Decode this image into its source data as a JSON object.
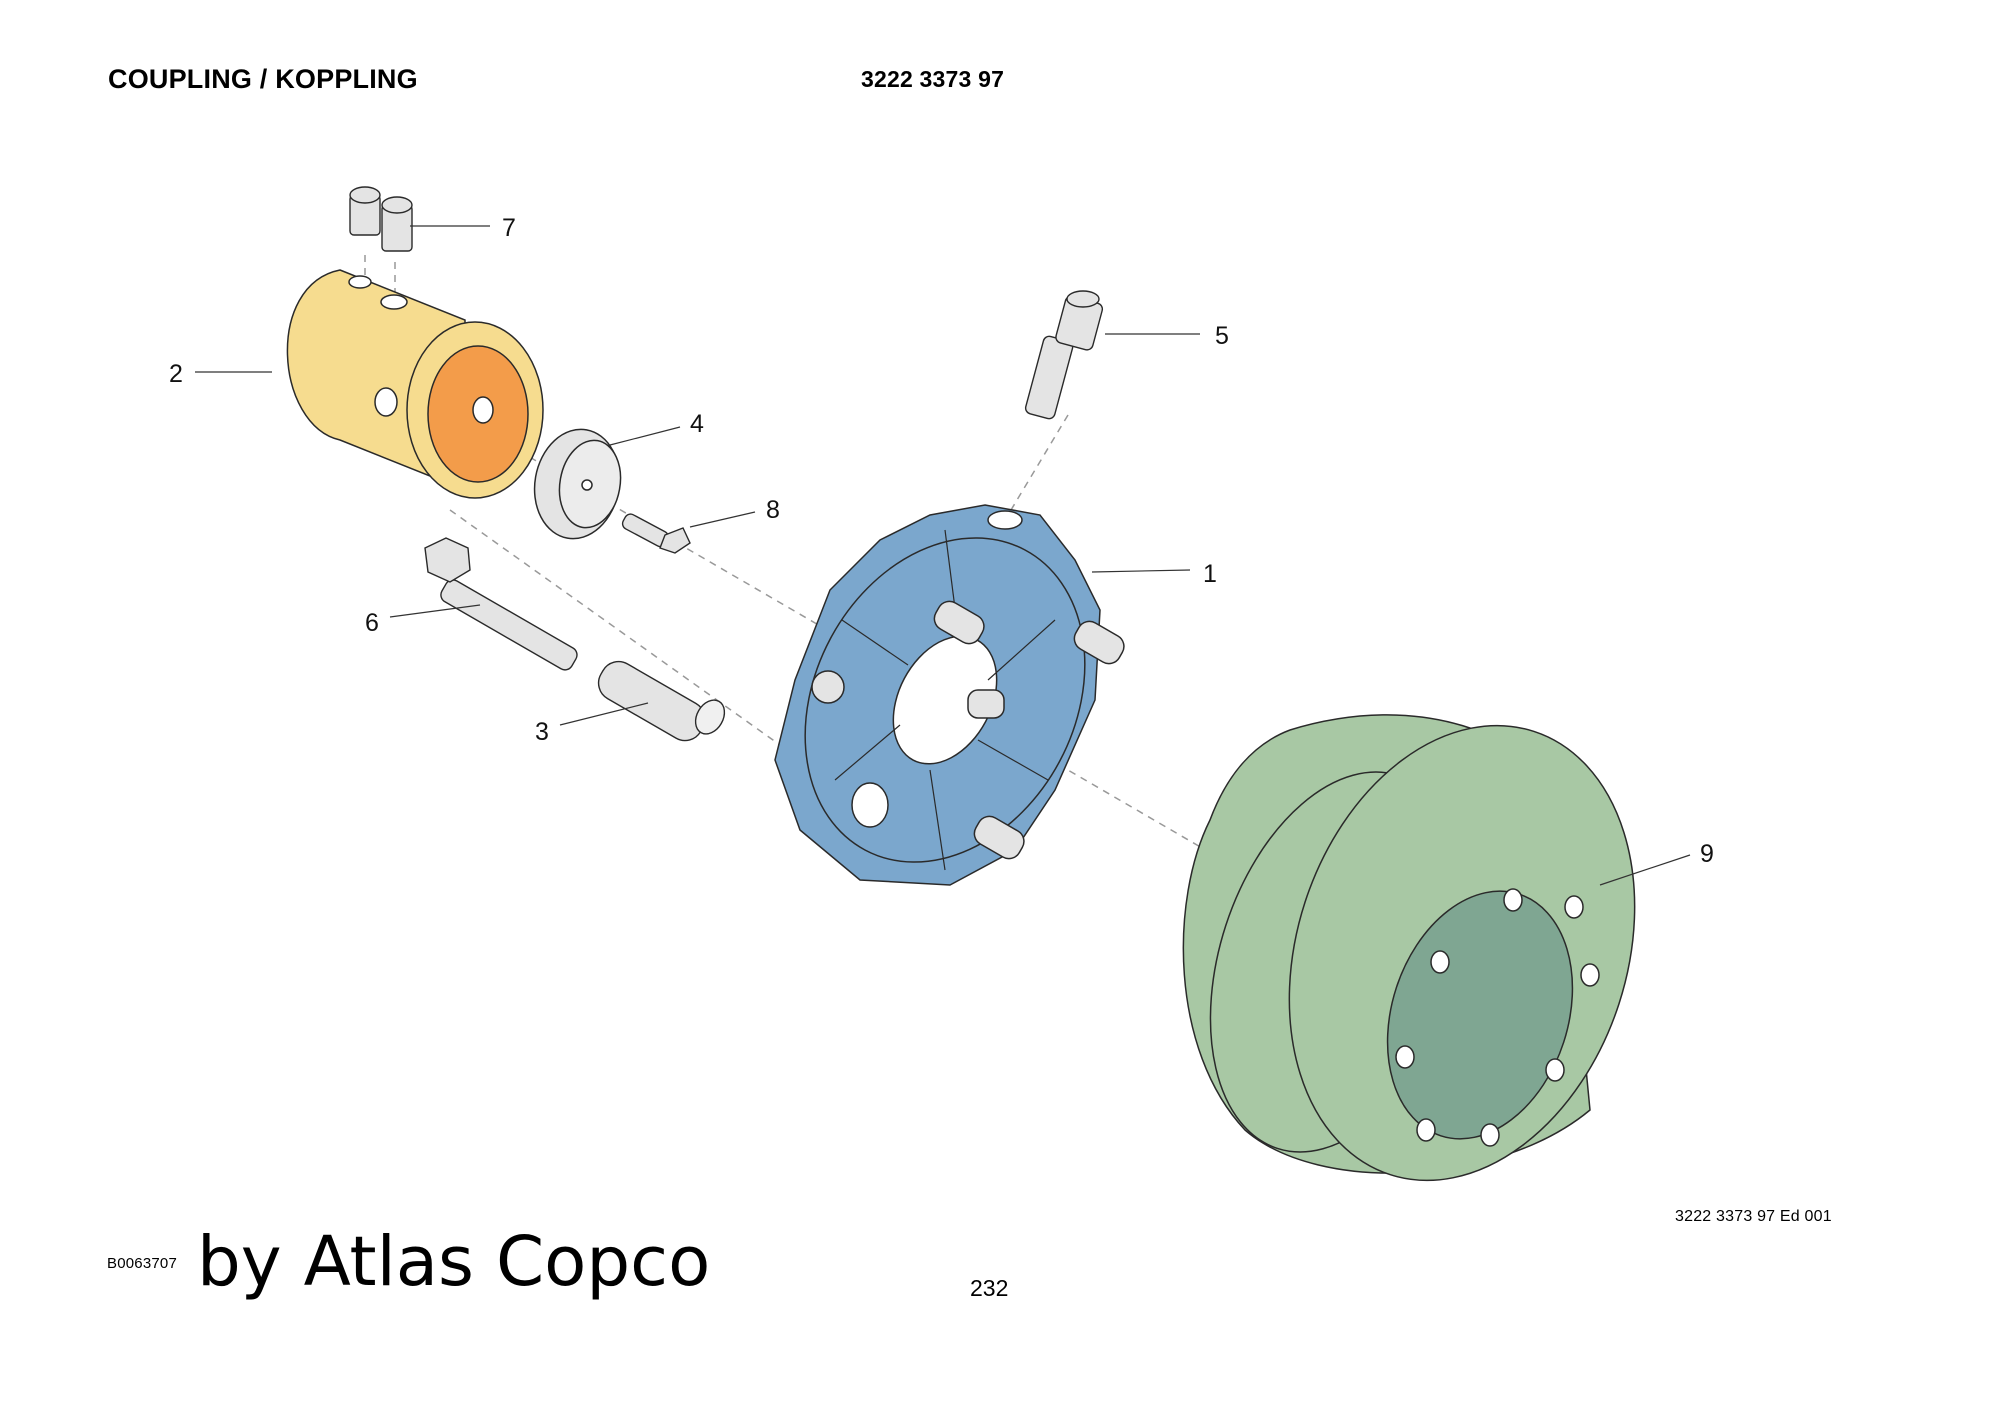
{
  "header": {
    "title": "COUPLING / KOPPLING",
    "part_number": "3222 3373 97"
  },
  "diagram": {
    "callouts": [
      {
        "id": "callout-1",
        "label": "1",
        "part": "coupling-element"
      },
      {
        "id": "callout-2",
        "label": "2",
        "part": "hub"
      },
      {
        "id": "callout-3",
        "label": "3",
        "part": "sleeve"
      },
      {
        "id": "callout-4",
        "label": "4",
        "part": "washer"
      },
      {
        "id": "callout-5",
        "label": "5",
        "part": "socket-head-screw"
      },
      {
        "id": "callout-6",
        "label": "6",
        "part": "hex-bolt"
      },
      {
        "id": "callout-7",
        "label": "7",
        "part": "set-screws"
      },
      {
        "id": "callout-8",
        "label": "8",
        "part": "small-bolt"
      },
      {
        "id": "callout-9",
        "label": "9",
        "part": "flywheel-flange"
      }
    ],
    "colors": {
      "hub": "#f6dc8f",
      "hub_bore": "#f39c4a",
      "coupling": "#7ba7cd",
      "flange": "#a8c8a4",
      "flange_bore": "#7fa692",
      "hardware": "#e4e4e4"
    }
  },
  "footer": {
    "edition": "3222 3373 97 Ed 001",
    "drawing_id": "B0063707",
    "watermark": "by Atlas Copco",
    "page_number": "232"
  }
}
